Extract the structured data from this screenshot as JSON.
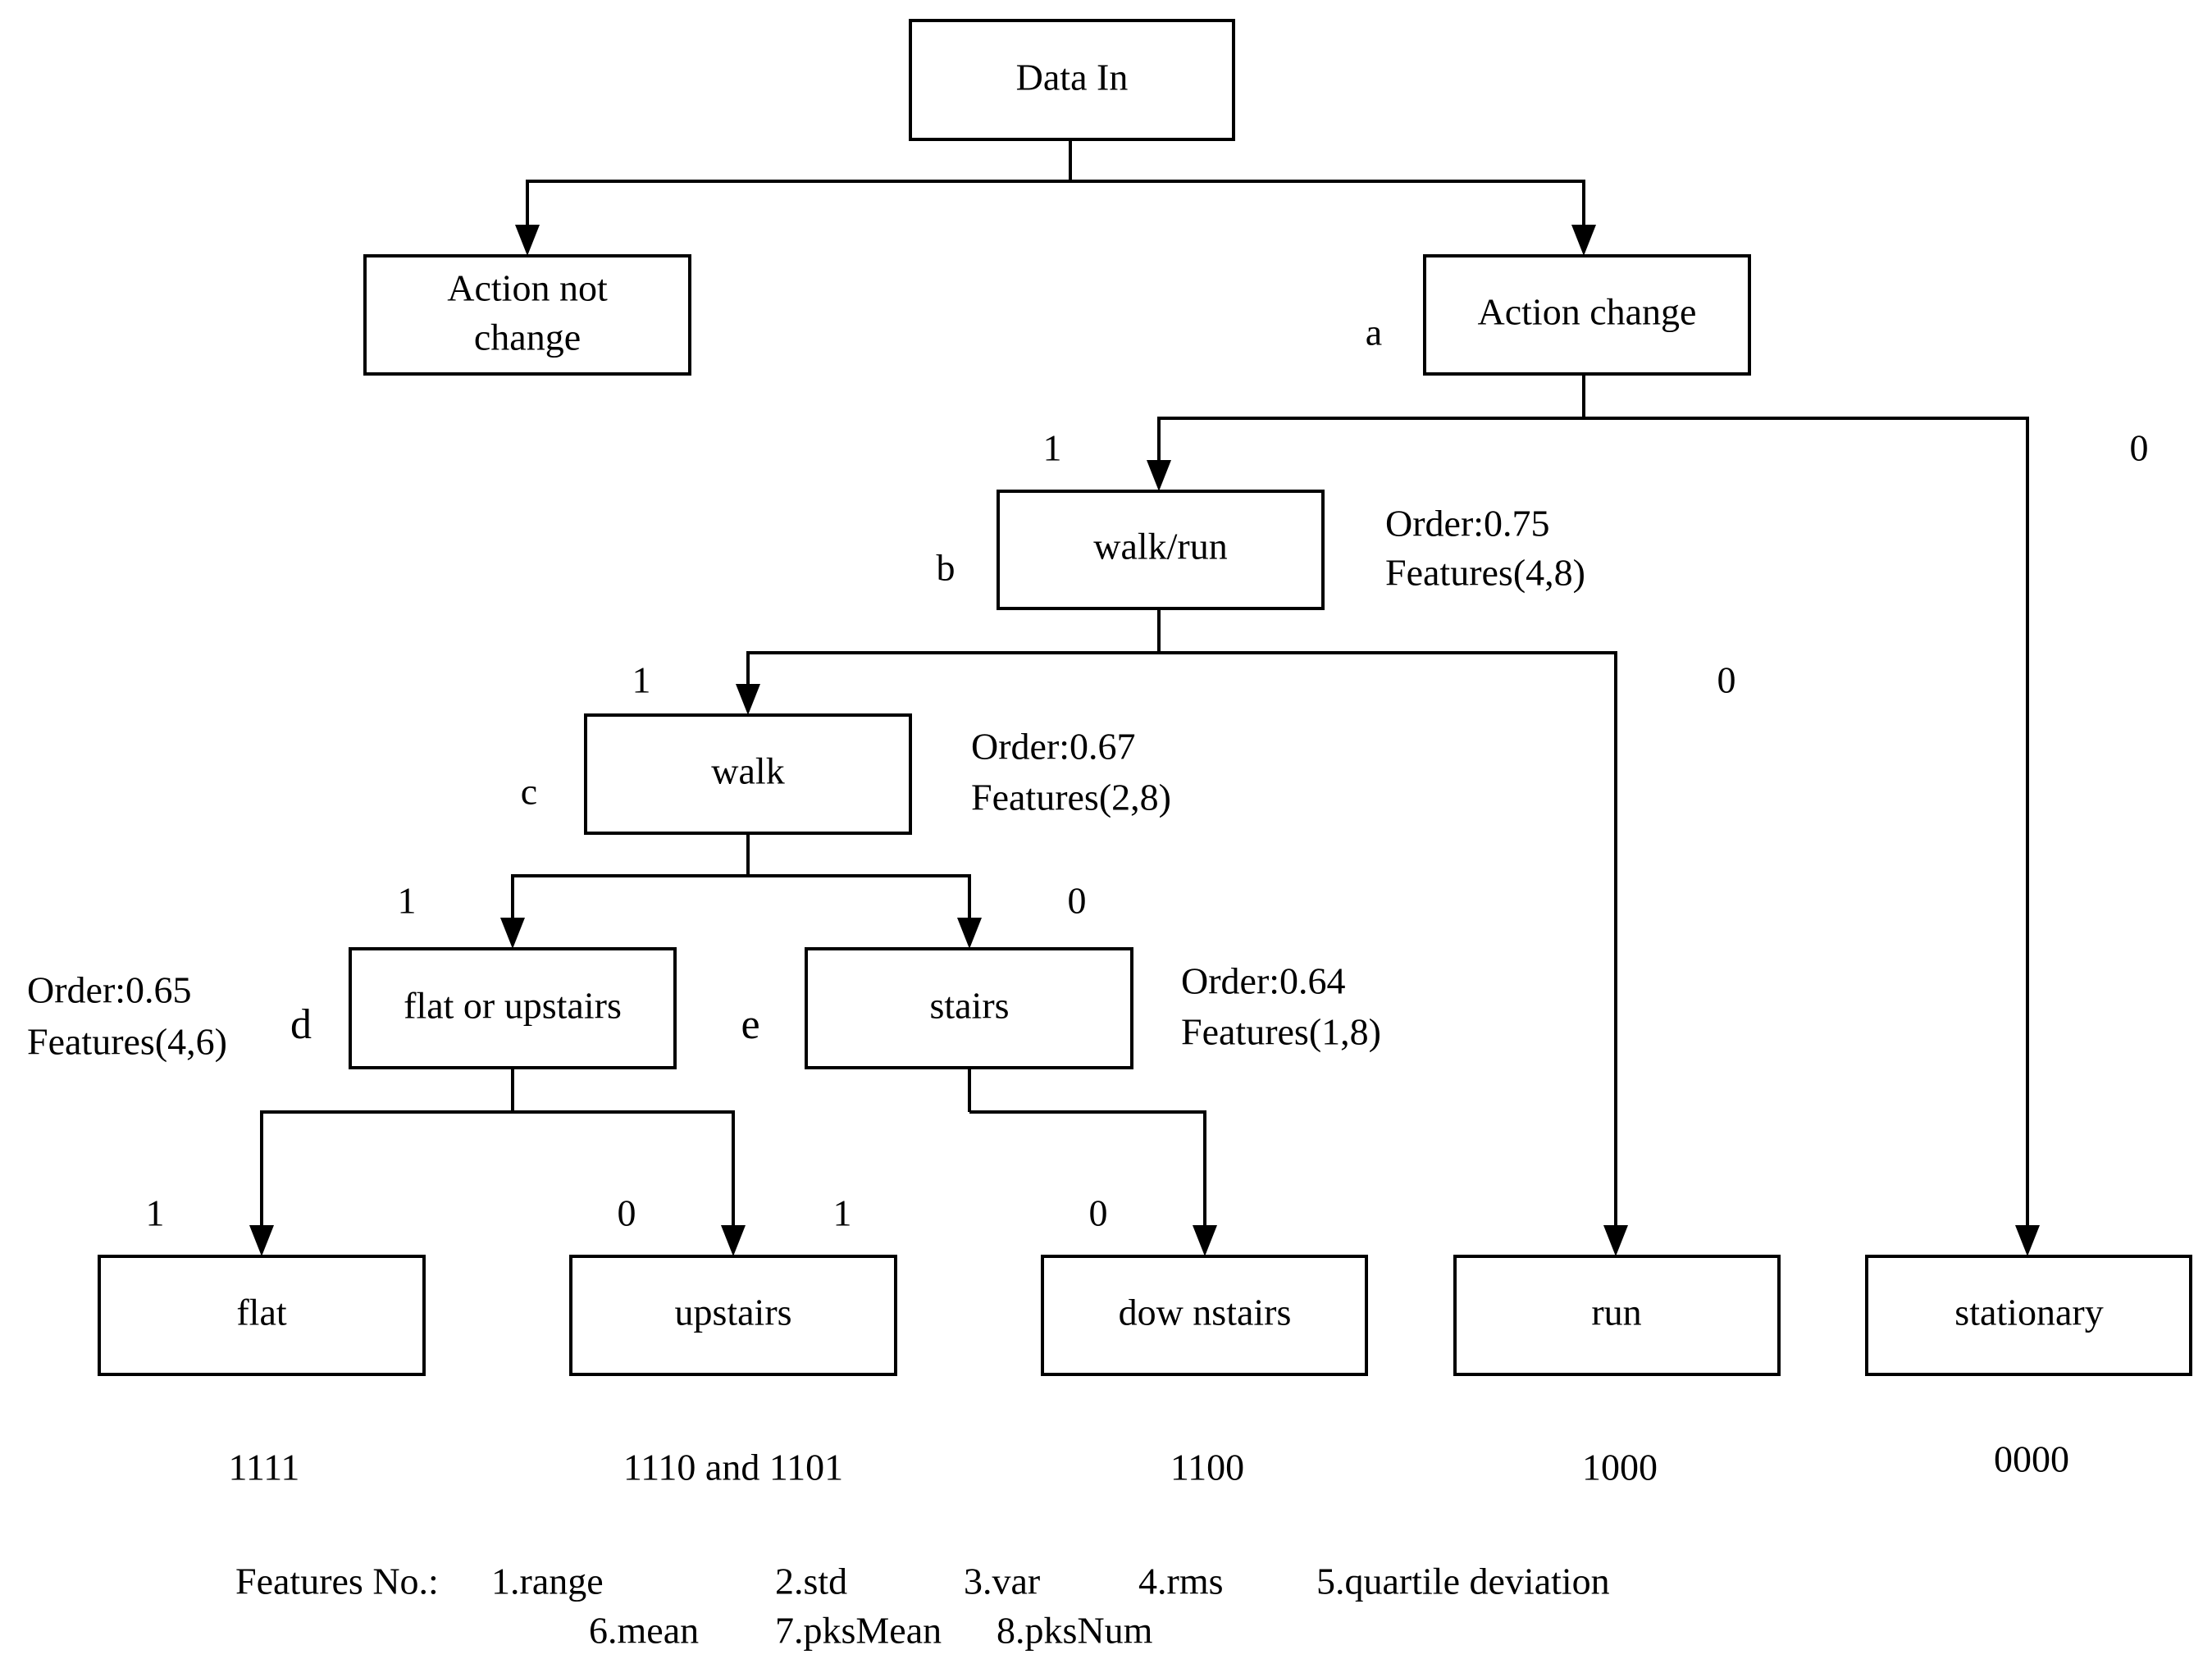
{
  "nodes": {
    "data_in": "Data In",
    "action_not_change": [
      "Action not",
      "change"
    ],
    "action_change": "Action change",
    "walk_run": "walk/run",
    "walk": "walk",
    "flat_or_upstairs": "flat or upstairs",
    "stairs": "stairs",
    "flat": "flat",
    "upstairs": "upstairs",
    "downstairs": "dow nstairs",
    "run": "run",
    "stationary": "stationary"
  },
  "node_letters": {
    "a": "a",
    "b": "b",
    "c": "c",
    "d": "d",
    "e": "e"
  },
  "branch_labels": {
    "a_walkrun": "1",
    "a_stationary": "0",
    "b_walk": "1",
    "b_run": "0",
    "c_flat_upstairs": "1",
    "c_stairs": "0",
    "d_flat": "1",
    "d_upstairs": "0",
    "e_upstairs": "1",
    "e_downstairs": "0"
  },
  "annotations": {
    "b": {
      "order": "Order:0.75",
      "features": "Features(4,8)"
    },
    "c": {
      "order": "Order:0.67",
      "features": "Features(2,8)"
    },
    "d": {
      "order": "Order:0.65",
      "features": "Features(4,6)"
    },
    "e": {
      "order": "Order:0.64",
      "features": "Features(1,8)"
    }
  },
  "codes": {
    "flat": "1111",
    "upstairs": "1110 and 1101",
    "downstairs": "1100",
    "run": "1000",
    "stationary": "0000"
  },
  "legend": {
    "prefix": "Features No.:",
    "items": [
      "1.range",
      "2.std",
      "3.var",
      "4.rms",
      "5.quartile deviation",
      "6.mean",
      "7.pksMean",
      "8.pksNum"
    ]
  }
}
